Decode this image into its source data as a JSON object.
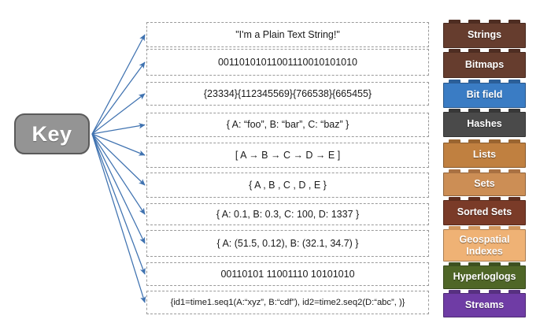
{
  "diagram": {
    "key_node": {
      "label": "Key",
      "fill_color": "#949494",
      "border_color": "#5a5a5a",
      "text_color": "#ffffff"
    },
    "arrow_color": "#3f72b0",
    "box_border_color": "#9a9a9a",
    "rows": [
      {
        "value": "\"I'm a Plain Text String!\"",
        "type_label": "Strings",
        "brick_color": "#663d2e",
        "stud_color": "#4e2d22",
        "two_line": false,
        "compact": false
      },
      {
        "value": "00110101011001110010101010",
        "type_label": "Bitmaps",
        "brick_color": "#663d2e",
        "stud_color": "#4e2d22",
        "two_line": false,
        "compact": false
      },
      {
        "value": "{23334}{112345569}{766538}{665455}",
        "type_label": "Bit field",
        "brick_color": "#3a7cc4",
        "stud_color": "#2c5f98",
        "two_line": false,
        "compact": false
      },
      {
        "value": "{ A: “foo”, B: “bar”, C: “baz”  }",
        "type_label": "Hashes",
        "brick_color": "#4a4a4a",
        "stud_color": "#383838",
        "two_line": false,
        "compact": false
      },
      {
        "value": "[ A → B → C → D → E ]",
        "type_label": "Lists",
        "brick_color": "#c08040",
        "stud_color": "#9a6531",
        "two_line": false,
        "compact": false
      },
      {
        "value": "{  A , B , C , D , E  }",
        "type_label": "Sets",
        "brick_color": "#cc8e55",
        "stud_color": "#a97143",
        "two_line": false,
        "compact": false
      },
      {
        "value": "{ A: 0.1, B: 0.3, C: 100, D: 1337 }",
        "type_label": "Sorted Sets",
        "brick_color": "#7a3b28",
        "stud_color": "#5e2d1e",
        "two_line": false,
        "compact": false
      },
      {
        "value": "{ A: (51.5, 0.12), B: (32.1, 34.7)  }",
        "type_label": "Geospatial Indexes",
        "brick_color": "#efb275",
        "stud_color": "#d0955c",
        "two_line": true,
        "compact": false
      },
      {
        "value": "00110101 11001110 10101010",
        "type_label": "Hyperloglogs",
        "brick_color": "#4f6627",
        "stud_color": "#3d5020",
        "two_line": false,
        "compact": false
      },
      {
        "value": "{id1=time1.seq1(A:“xyz”, B:“cdf”), id2=time2.seq2(D:“abc”, )}",
        "type_label": "Streams",
        "brick_color": "#6f3ca5",
        "stud_color": "#573080",
        "two_line": false,
        "compact": true
      }
    ]
  }
}
